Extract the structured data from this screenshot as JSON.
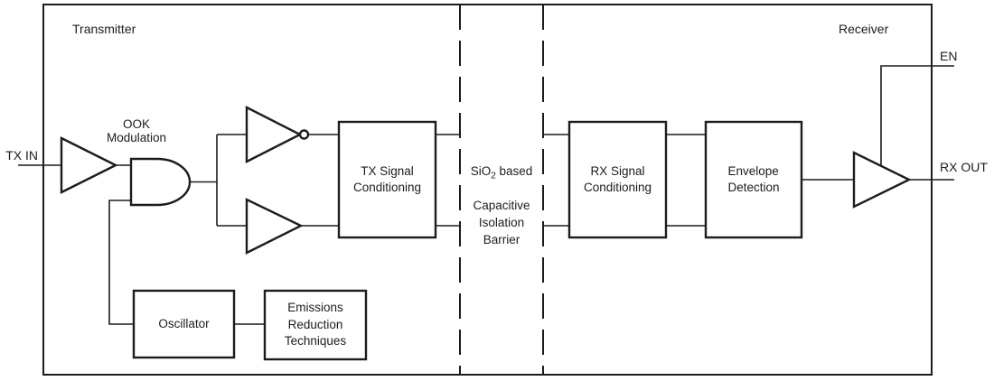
{
  "diagram": {
    "transmitter_label": "Transmitter",
    "receiver_label": "Receiver",
    "ports": {
      "tx_in": "TX IN",
      "en": "EN",
      "rx_out": "RX OUT"
    },
    "annotations": {
      "ook_modulation": "OOK\nModulation"
    },
    "barrier_label": {
      "prefix": "SiO",
      "subscript": "2",
      "suffix": " based",
      "rest": "Capacitive\nIsolation\nBarrier"
    },
    "blocks": {
      "tx_signal_conditioning": "TX Signal\nConditioning",
      "rx_signal_conditioning": "RX Signal\nConditioning",
      "envelope_detection": "Envelope\nDetection",
      "oscillator": "Oscillator",
      "emissions_reduction": "Emissions\nReduction\nTechniques"
    },
    "icons": {
      "input_buffer": "buffer-triangle",
      "modulator": "and-gate",
      "upper_driver": "inverter-triangle-with-bubble",
      "lower_driver": "buffer-triangle",
      "output_buffer": "buffer-triangle"
    },
    "colors": {
      "line": "#1c1c1c",
      "background": "#ffffff",
      "text": "#1c1c1c"
    }
  }
}
